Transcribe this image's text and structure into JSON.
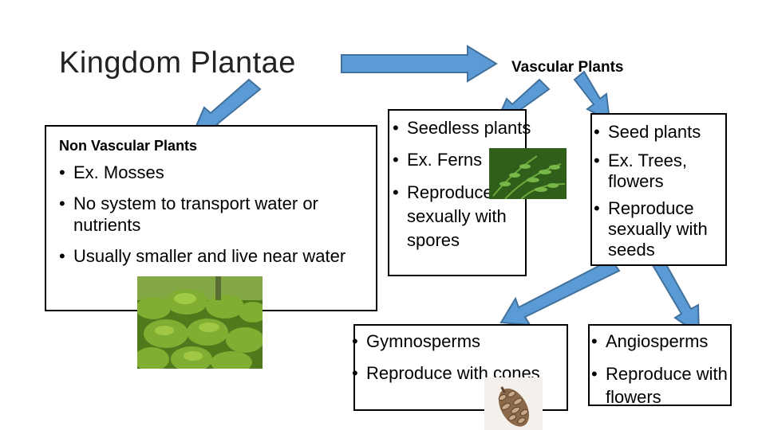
{
  "title": "Kingdom Plantae",
  "vascular_label": "Vascular Plants",
  "non_vascular": {
    "heading": "Non Vascular Plants",
    "bullets": [
      "Ex.  Mosses",
      "No system to transport water or nutrients",
      "Usually smaller and live near water"
    ]
  },
  "seedless": {
    "bullets": [
      "Seedless plants",
      "Ex. Ferns",
      "Reproduce sexually with spores"
    ]
  },
  "seed": {
    "bullets": [
      "Seed plants",
      "Ex. Trees, flowers",
      "Reproduce sexually with seeds"
    ]
  },
  "gymnosperms": {
    "bullets": [
      "Gymnosperms",
      "Reproduce with cones"
    ]
  },
  "angiosperms": {
    "bullets": [
      "Angiosperms",
      "Reproduce with flowers"
    ]
  },
  "colors": {
    "arrow_fill": "#5b9bd5",
    "arrow_stroke": "#41719c",
    "moss": "#6c9a2a",
    "fern": "#3f7d22",
    "cone": "#9a7a5a"
  }
}
